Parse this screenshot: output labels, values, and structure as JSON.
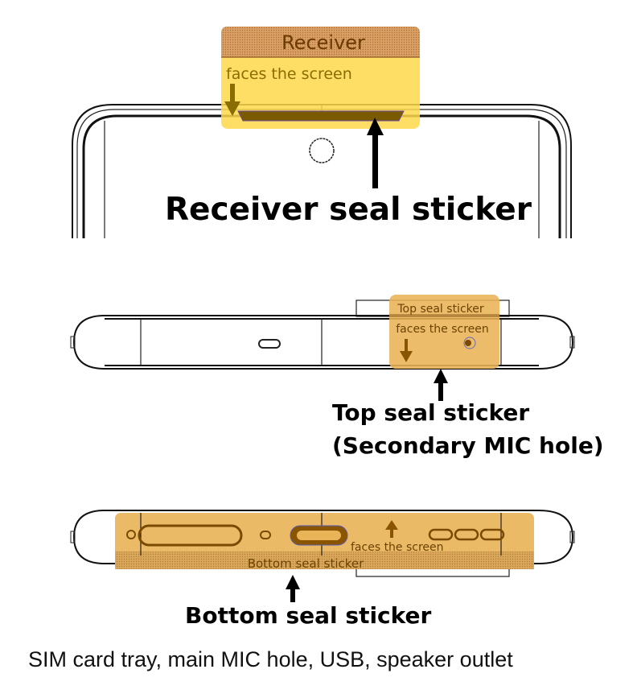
{
  "title": "Seal sticker positions",
  "colors": {
    "receiver_header": "#d9a066",
    "receiver_body": "#ffd84a",
    "sticker": "#e9b357",
    "sticker_text": "#6b4200",
    "faces_text": "#8a6d00"
  },
  "receiver": {
    "sticker_title": "Receiver",
    "faces_note": "faces the screen",
    "label": "Receiver seal sticker"
  },
  "top": {
    "sticker_title": "Top seal sticker",
    "faces_note": "faces the screen",
    "label_line1": "Top seal sticker",
    "label_line2": "(Secondary MIC hole)"
  },
  "bottom": {
    "sticker_title": "Bottom seal sticker",
    "faces_note": "faces the screen",
    "label": "Bottom seal sticker",
    "caption": "SIM card tray, main MIC hole, USB, speaker outlet"
  }
}
